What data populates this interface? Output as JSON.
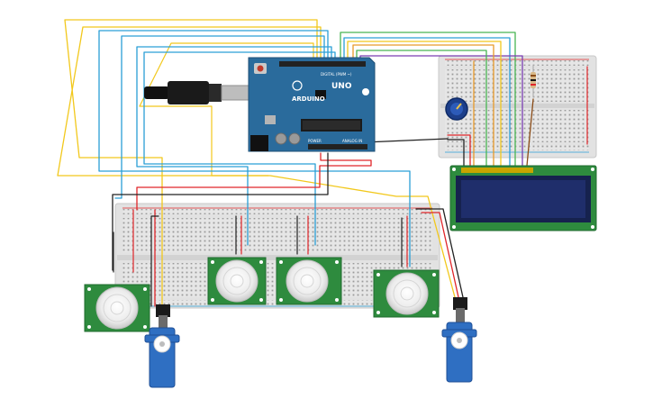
{
  "arduino": {
    "logo_text": "ARDUINO",
    "model": "UNO",
    "digital_label": "DIGITAL (PWM ~)",
    "power_label": "POWER",
    "analog_label": "ANALOG IN"
  },
  "pir_sensors": [
    {
      "id": "pir-1"
    },
    {
      "id": "pir-2"
    },
    {
      "id": "pir-3"
    },
    {
      "id": "pir-4"
    }
  ],
  "servos": [
    {
      "id": "servo-1"
    },
    {
      "id": "servo-2"
    }
  ],
  "colors": {
    "arduino_blue": "#2a6b9c",
    "breadboard": "#e2e2e2",
    "pcb_green": "#2e8b3e",
    "lcd_screen": "#1f2e6b",
    "servo_blue": "#2f6fc2",
    "wire_yellow": "#f2c81c",
    "wire_blue": "#2a9fd6",
    "wire_red": "#e0262a",
    "wire_black": "#222222",
    "wire_green": "#49b553",
    "wire_purple": "#7b3fb2",
    "wire_orange": "#e89a2a"
  }
}
